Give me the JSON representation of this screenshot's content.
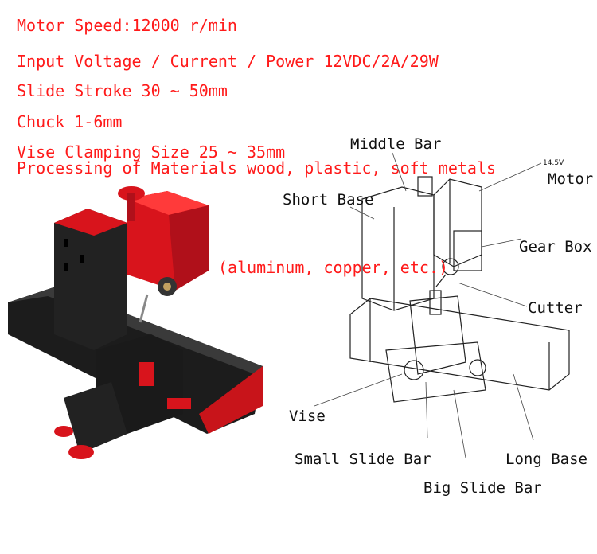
{
  "specs": {
    "motor_speed": "Motor Speed:12000 r/min",
    "input": "Input Voltage / Current / Power 12VDC/2A/29W",
    "stroke": "Slide Stroke 30 ~ 50mm",
    "chuck": "Chuck 1-6mm",
    "vise": "Vise Clamping Size 25 ~ 35mm",
    "materials": "Processing of Materials wood, plastic, soft metals",
    "materials_cont": "(aluminum, copper, etc.)"
  },
  "labels": {
    "middle_bar": "Middle Bar",
    "short_base": "Short Base",
    "motor": "Motor",
    "voltage": "14.5V",
    "gear_box": "Gear Box",
    "cutter": "Cutter",
    "vise": "Vise",
    "small_slide_bar": "Small Slide Bar",
    "long_base": "Long Base",
    "big_slide_bar": "Big Slide Bar"
  },
  "colors": {
    "spec_text": "#ff1a1a",
    "machine_red": "#d8141c",
    "machine_black": "#1c1c1c"
  }
}
